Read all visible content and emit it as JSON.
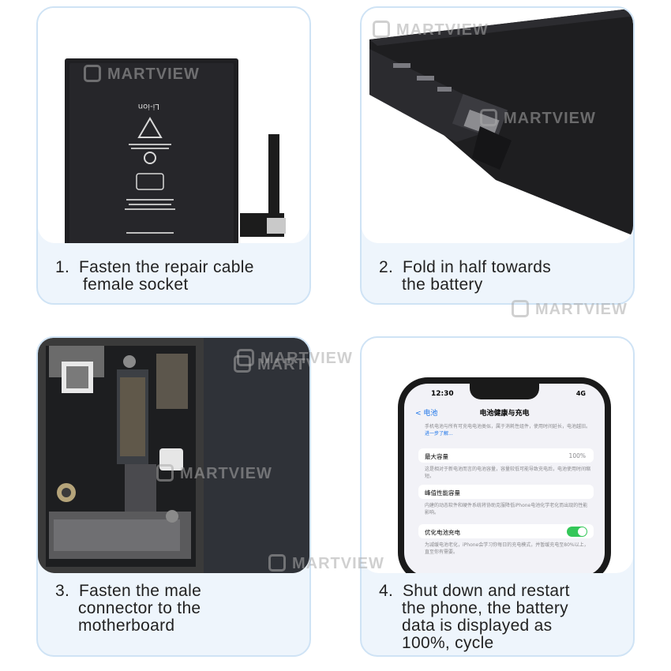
{
  "watermark": "MARTVIEW",
  "cards": [
    {
      "step": "1.",
      "lines": [
        "Fasten the repair cable",
        "female socket"
      ]
    },
    {
      "step": "2.",
      "lines": [
        "Fold in half towards",
        "the battery"
      ]
    },
    {
      "step": "3.",
      "lines": [
        "Fasten the male",
        "connector to the",
        "motherboard"
      ]
    },
    {
      "step": "4.",
      "lines": [
        "Shut down and restart",
        "the phone, the battery",
        "data is displayed as",
        "100%, cycle"
      ]
    }
  ],
  "battery_label": "Li-ion",
  "phone": {
    "time": "12:30",
    "signal": "4G",
    "back": "< 电池",
    "title": "电池健康与充电",
    "intro": "手机电池与所有可充电电池类似，属于消耗性组件，使用时间延长，电池越旧。",
    "intro_link": "进一步了解...",
    "max_capacity_label": "最大容量",
    "max_capacity_value": "100%",
    "max_capacity_desc": "这是相对于新电池而言的电池容量，容量较低可能导致充电后，电池使用时间缩短。",
    "peak_label": "峰值性能容量",
    "peak_desc": "内建的动态软件和硬件系统将协助克服降低iPhone电池化学老化而出现的性能影响。",
    "optimized_label": "优化电池充电",
    "optimized_desc": "为减缓电池老化，iPhone会学习你每日的充电模式，并暂缓充电至80%以上，直至你有需要。"
  },
  "colors": {
    "card_bg": "#eef5fc",
    "card_border": "#cfe3f5",
    "toggle_on": "#34c759"
  }
}
